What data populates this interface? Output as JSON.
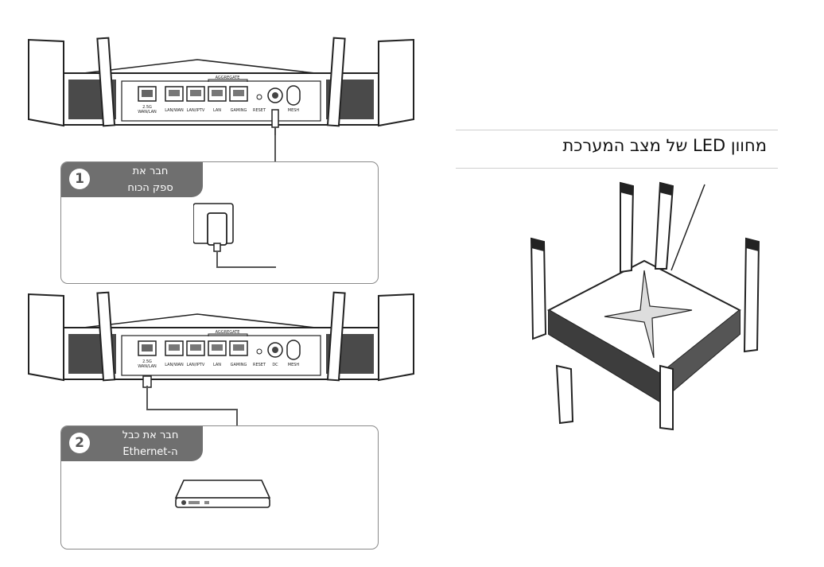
{
  "ports": [
    "2.5G",
    "WAN/LAN",
    "LAN/WAN",
    "LAN/IPTV",
    "LAN",
    "GAMING",
    "RESET",
    "DC",
    "MESH"
  ],
  "aggregate_label": "AGGREGATE",
  "step1": {
    "number": "1",
    "line1": "חבר את",
    "line2": "ספק הכוח"
  },
  "step2": {
    "number": "2",
    "line1": "חבר את כבל",
    "line2": "ה-Ethernet"
  },
  "led_title": "מחוון LED של מצב המערכת"
}
